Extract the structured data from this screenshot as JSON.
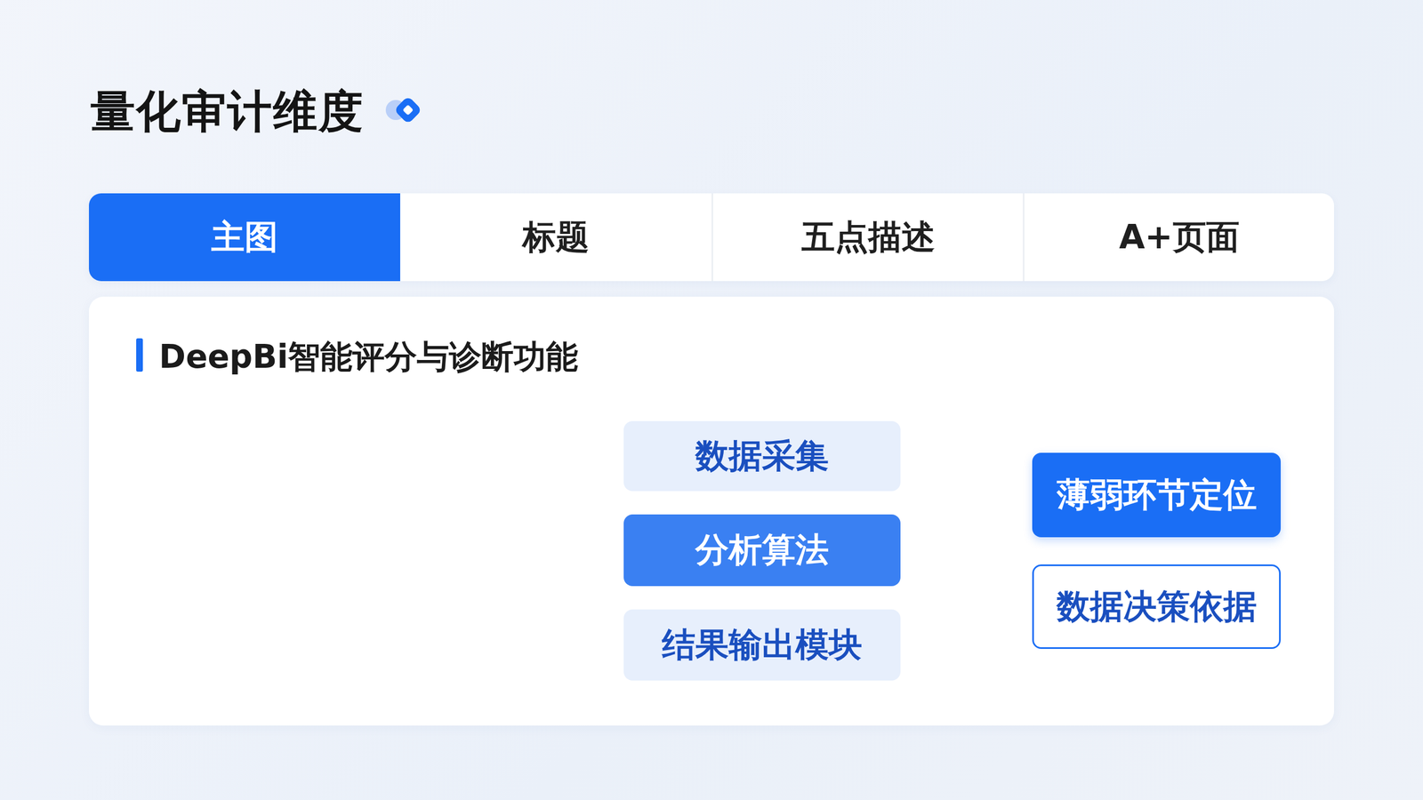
{
  "diagram": {
    "title": "量化审计维度",
    "nodes": [
      {
        "text": [
          "主图"
        ]
      },
      {
        "text": [
          "标题"
        ]
      },
      {
        "text": [
          "五点描述"
        ]
      },
      {
        "text": [
          "A+页面"
        ]
      },
      {
        "text": [
          "DeepBi智能评分与诊断功能"
        ]
      },
      {
        "text": [
          "数据采集"
        ],
        "in": 4
      },
      {
        "text": [
          "分析算法"
        ],
        "in": 4
      },
      {
        "text": [
          "结果输出模块"
        ],
        "in": 4
      },
      {
        "text": [
          "薄弱环节定位"
        ],
        "in": 4
      },
      {
        "text": [
          "数据决策依据"
        ],
        "in": 4
      }
    ],
    "edges": [
      {
        "from": 6,
        "to": 8,
        "arrow": "to"
      },
      {
        "from": 6,
        "to": 9,
        "arrow": "to"
      }
    ]
  }
}
